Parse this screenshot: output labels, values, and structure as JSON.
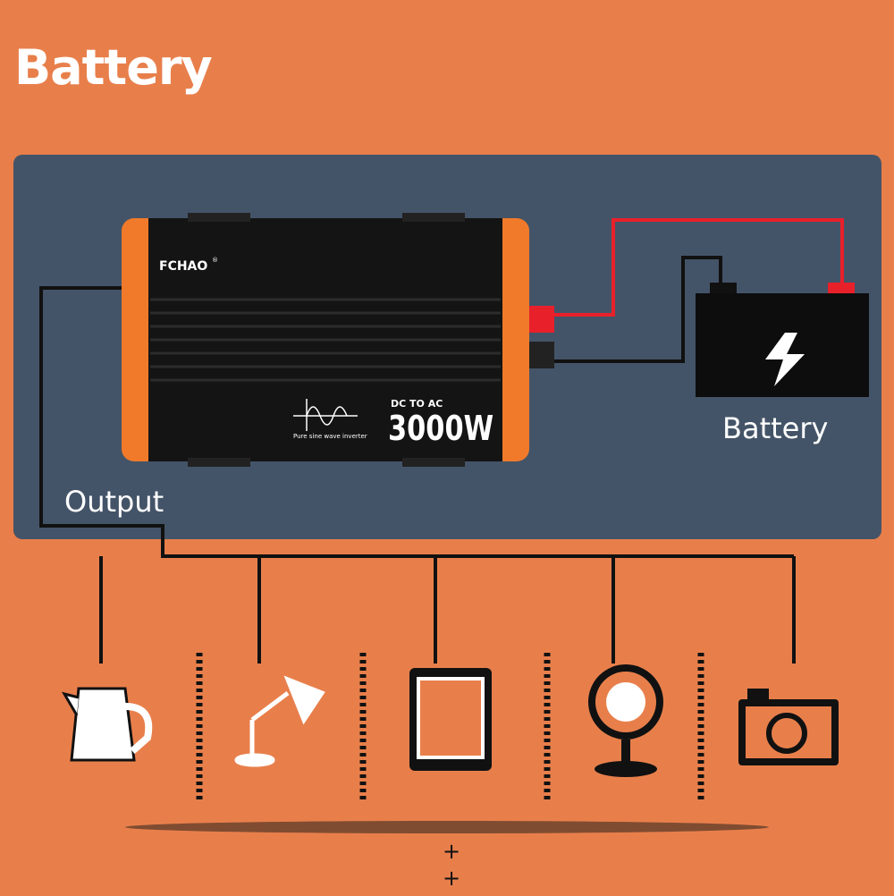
{
  "header": {
    "title": "Battery"
  },
  "inverter": {
    "brand": "FCHAO",
    "registered_mark": "®",
    "conversion": "DC TO AC",
    "power": "3000W",
    "wave_label": "Pure sine wave inverter"
  },
  "labels": {
    "battery": "Battery",
    "output": "Output"
  },
  "appliances": [
    {
      "icon": "kettle-icon"
    },
    {
      "icon": "desk-lamp-icon"
    },
    {
      "icon": "tablet-icon"
    },
    {
      "icon": "fan-icon"
    },
    {
      "icon": "camera-icon"
    }
  ],
  "colors": {
    "background": "#e87f4b",
    "panel": "#445468",
    "positive_wire": "#e8202a",
    "inverter_accent": "#f07a2a"
  }
}
